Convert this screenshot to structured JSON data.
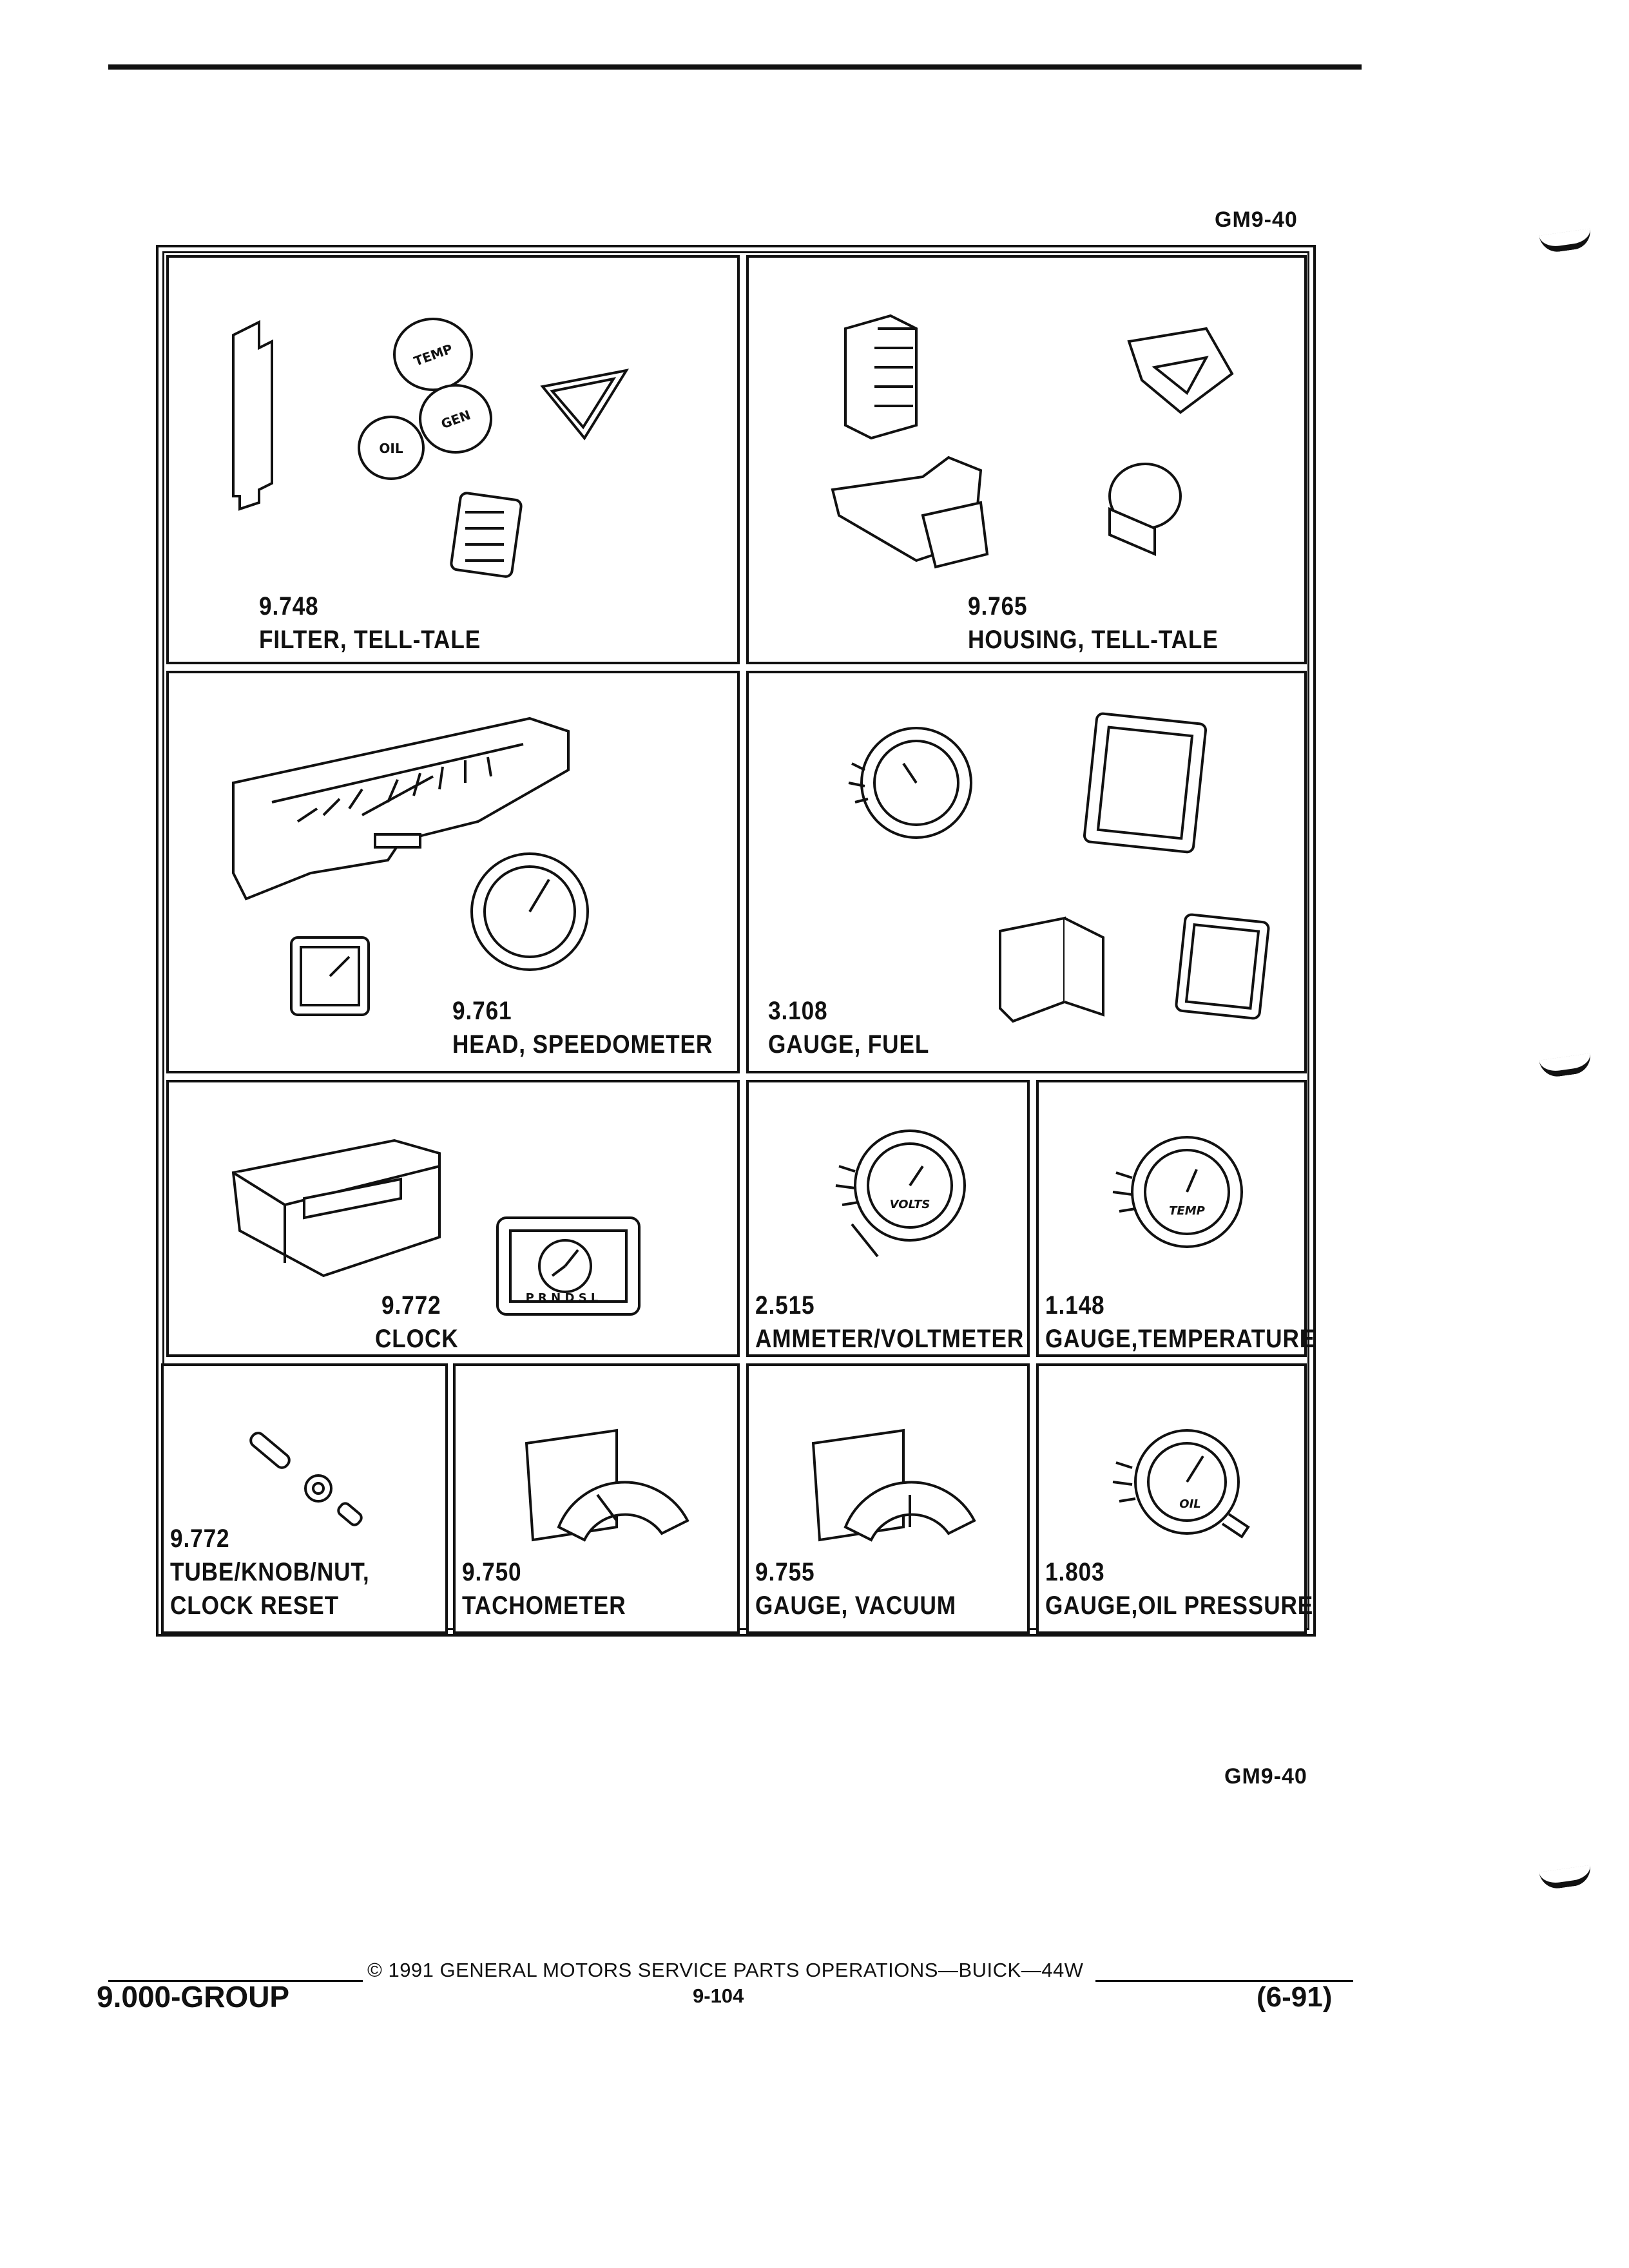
{
  "header": {
    "ref_top": "GM9-40",
    "ref_bottom": "GM9-40"
  },
  "cells": [
    {
      "id": "filter-tell-tale",
      "number": "9.748",
      "name": "FILTER, TELL-TALE"
    },
    {
      "id": "housing-tell-tale",
      "number": "9.765",
      "name": "HOUSING, TELL-TALE"
    },
    {
      "id": "head-speedometer",
      "number": "9.761",
      "name": "HEAD, SPEEDOMETER"
    },
    {
      "id": "gauge-fuel",
      "number": "3.108",
      "name": "GAUGE, FUEL"
    },
    {
      "id": "clock",
      "number": "9.772",
      "name": "CLOCK"
    },
    {
      "id": "ammeter-voltmeter",
      "number": "2.515",
      "name": "AMMETER/VOLTMETER"
    },
    {
      "id": "gauge-temperature",
      "number": "1.148",
      "name": "GAUGE,TEMPERATURE"
    },
    {
      "id": "clock-reset",
      "number": "9.772",
      "name": "TUBE/KNOB/NUT,",
      "name2": "CLOCK RESET"
    },
    {
      "id": "tachometer",
      "number": "9.750",
      "name": "TACHOMETER"
    },
    {
      "id": "gauge-vacuum",
      "number": "9.755",
      "name": "GAUGE, VACUUM"
    },
    {
      "id": "gauge-oil-pressure",
      "number": "1.803",
      "name": "GAUGE,OIL PRESSURE"
    }
  ],
  "illustration_text": {
    "temp": "TEMP",
    "oil": "OIL",
    "gen": "GEN",
    "volts": "VOLTS",
    "oil_gauge": "OIL",
    "temp_gauge": "TEMP",
    "prndsl": "P R N D S L"
  },
  "footer": {
    "group": "9.000-GROUP",
    "copyright": "© 1991 GENERAL MOTORS SERVICE PARTS OPERATIONS—BUICK—44W",
    "page": "9-104",
    "date": "(6-91)"
  }
}
